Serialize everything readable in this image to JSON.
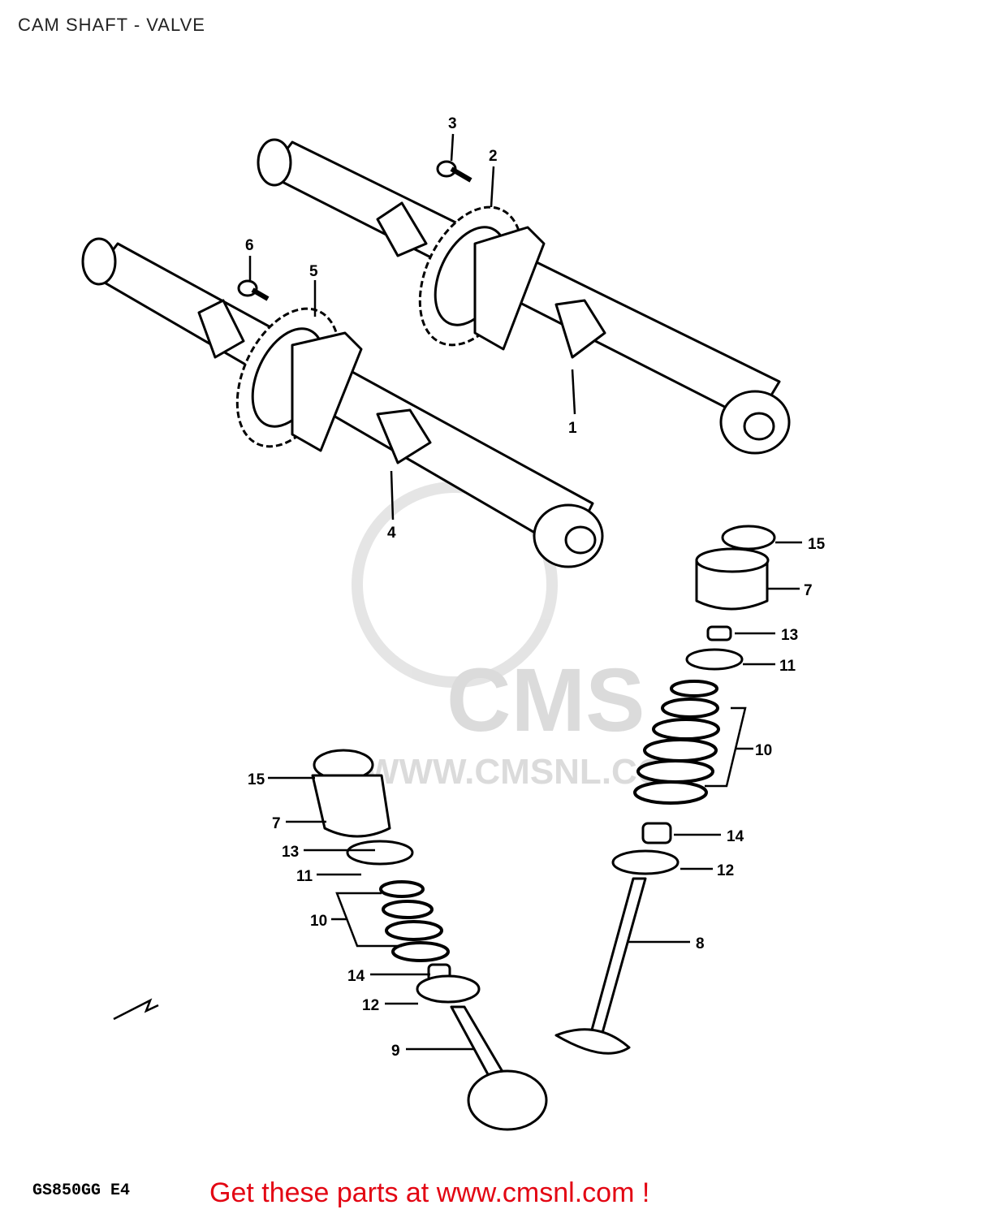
{
  "header": {
    "title": "CAM SHAFT - VALVE"
  },
  "footer": {
    "model_code": "GS850GG E4",
    "promo_text": "Get these parts at www.cmsnl.com !"
  },
  "watermark": {
    "brand": "CMS",
    "url": "WWW.CMSNL.COM"
  },
  "callouts": [
    {
      "id": "c1",
      "label": "1"
    },
    {
      "id": "c2",
      "label": "2"
    },
    {
      "id": "c3",
      "label": "3"
    },
    {
      "id": "c4",
      "label": "4"
    },
    {
      "id": "c5",
      "label": "5"
    },
    {
      "id": "c6",
      "label": "6"
    },
    {
      "id": "c15r",
      "label": "15"
    },
    {
      "id": "c7r",
      "label": "7"
    },
    {
      "id": "c13r",
      "label": "13"
    },
    {
      "id": "c11r",
      "label": "11"
    },
    {
      "id": "c10r",
      "label": "10"
    },
    {
      "id": "c14r",
      "label": "14"
    },
    {
      "id": "c12r",
      "label": "12"
    },
    {
      "id": "c8",
      "label": "8"
    },
    {
      "id": "c15l",
      "label": "15"
    },
    {
      "id": "c7l",
      "label": "7"
    },
    {
      "id": "c13l",
      "label": "13"
    },
    {
      "id": "c11l",
      "label": "11"
    },
    {
      "id": "c10l",
      "label": "10"
    },
    {
      "id": "c14l",
      "label": "14"
    },
    {
      "id": "c12l",
      "label": "12"
    },
    {
      "id": "c9",
      "label": "9"
    }
  ],
  "colors": {
    "promo": "#e30613",
    "ink": "#000000",
    "watermark": "#d8d8d8"
  }
}
